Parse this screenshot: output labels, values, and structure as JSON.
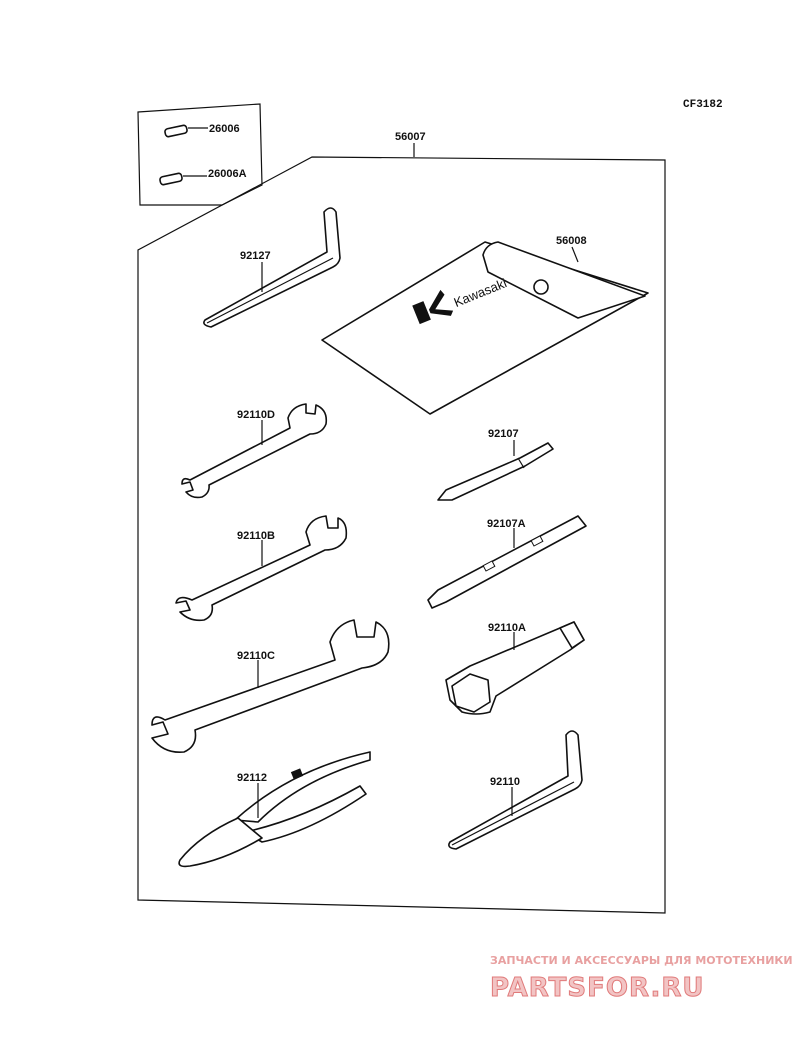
{
  "diagram": {
    "code": "CF3182",
    "kit_label": "56007",
    "bag_label": "56008",
    "bag_logo_text": "Kawasaki",
    "parts": [
      {
        "id": "26006",
        "name": "pin-26006"
      },
      {
        "id": "26006A",
        "name": "pin-26006a"
      },
      {
        "id": "92127",
        "name": "hex-key-92127"
      },
      {
        "id": "92110D",
        "name": "wrench-92110d"
      },
      {
        "id": "92110B",
        "name": "wrench-92110b"
      },
      {
        "id": "92110C",
        "name": "wrench-92110c"
      },
      {
        "id": "92112",
        "name": "pliers-92112"
      },
      {
        "id": "92107",
        "name": "screwdriver-92107"
      },
      {
        "id": "92107A",
        "name": "screwdriver-handle-92107a"
      },
      {
        "id": "92110A",
        "name": "box-wrench-92110a"
      },
      {
        "id": "92110",
        "name": "hex-key-92110"
      }
    ]
  },
  "watermark": {
    "tagline": "ЗАПЧАСТИ И АКСЕССУАРЫ ДЛЯ МОТОТЕХНИКИ",
    "brand": "PARTSFOR.RU"
  }
}
